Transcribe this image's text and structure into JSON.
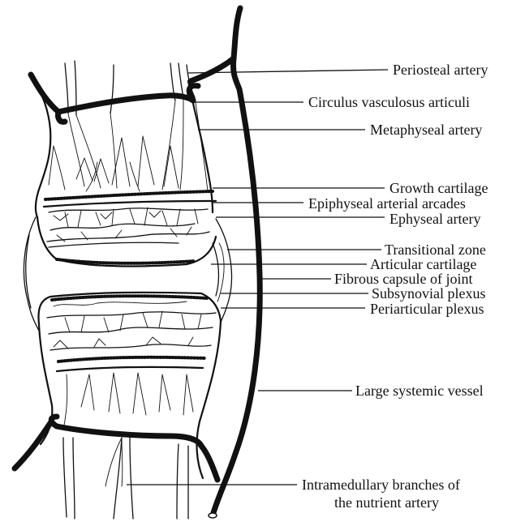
{
  "figure": {
    "labels": [
      {
        "id": "periosteal-artery",
        "text": "Periosteal artery"
      },
      {
        "id": "circulus-vasculosus-articuli",
        "text": "Circulus vasculosus articuli"
      },
      {
        "id": "metaphyseal-artery",
        "text": "Metaphyseal artery"
      },
      {
        "id": "growth-cartilage",
        "text": "Growth cartilage"
      },
      {
        "id": "epiphyseal-arterial-arcades",
        "text": "Epiphyseal arterial arcades"
      },
      {
        "id": "ephyseal-artery",
        "text": "Ephyseal artery"
      },
      {
        "id": "transitional-zone",
        "text": "Transitional zone"
      },
      {
        "id": "articular-cartilage",
        "text": "Articular cartilage"
      },
      {
        "id": "fibrous-capsule-of-joint",
        "text": "Fibrous capsule of joint"
      },
      {
        "id": "subsynovial-plexus",
        "text": "Subsynovial plexus"
      },
      {
        "id": "periarticular-plexus",
        "text": "Periarticular plexus"
      },
      {
        "id": "large-systemic-vessel",
        "text": "Large systemic vessel"
      },
      {
        "id": "intramedullary-branches",
        "text": "Intramedullary  branches of"
      },
      {
        "id": "nutrient-artery",
        "text": "the nutrient artery"
      }
    ]
  }
}
